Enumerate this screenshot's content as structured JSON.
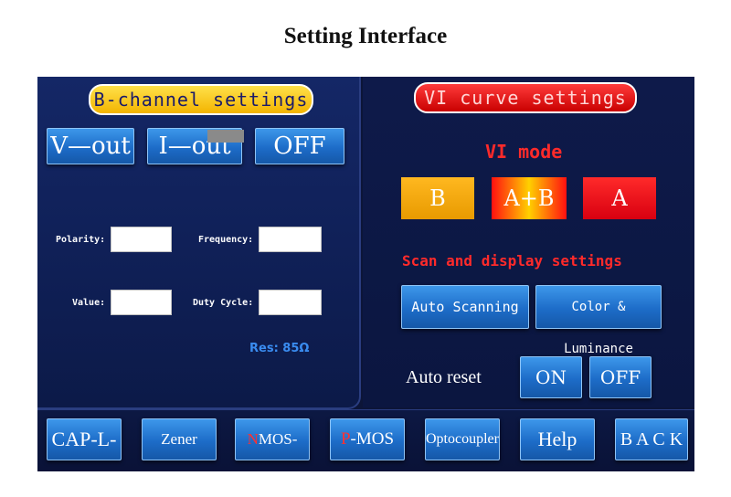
{
  "page_title": "Setting Interface",
  "left_panel": {
    "header": "B-channel settings",
    "buttons": {
      "v_out": "V—out",
      "i_out": "I—out",
      "off": "OFF"
    },
    "fields": {
      "polarity": {
        "label": "Polarity:",
        "value": ""
      },
      "frequency": {
        "label": "Frequency:",
        "value": ""
      },
      "value": {
        "label": "Value:",
        "value": ""
      },
      "duty_cycle": {
        "label": "Duty Cycle:",
        "value": ""
      }
    },
    "res": "Res: 85Ω"
  },
  "right_panel": {
    "header": "VI curve settings",
    "vi_mode_label": "VI mode",
    "mode_buttons": {
      "b": "B",
      "ab": "A+B",
      "a": "A"
    },
    "scan_label": "Scan and display settings",
    "auto_scanning": "Auto Scanning",
    "color_luminance": "Color & Luminance",
    "auto_reset_label": "Auto reset",
    "on": "ON",
    "off": "OFF"
  },
  "bottom_nav": {
    "cap_l_c": "CAP-L-C",
    "zener": "Zener diode",
    "nmos_prefix": "N",
    "nmos_rest": "MOS-IGBT",
    "pmos_prefix": "P",
    "pmos_rest": "-MOS",
    "optocoupler": "Optocoupler",
    "help": "Help",
    "back": "B A C K"
  },
  "colors": {
    "yellow_mode": "#f5a800",
    "red_mode": "#e8001a",
    "button_blue": "#1d6cc8"
  }
}
